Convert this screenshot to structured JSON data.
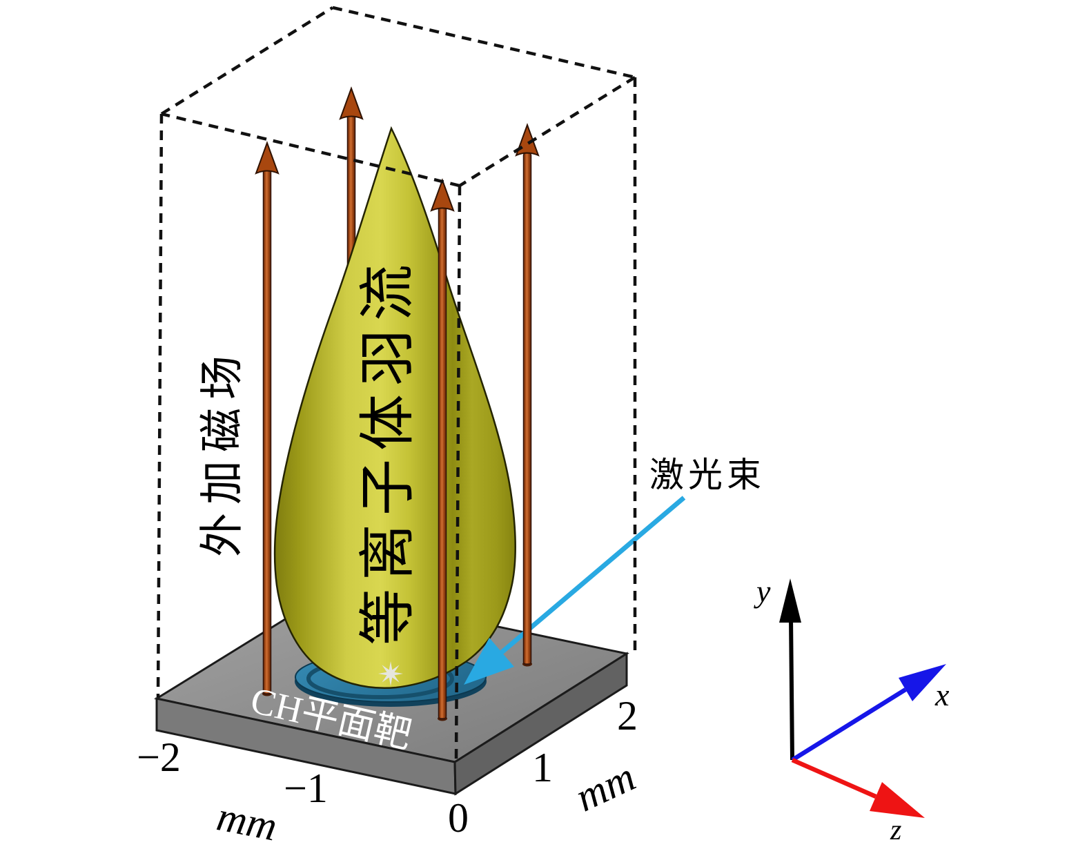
{
  "figure": {
    "type": "3d-schematic",
    "labels": {
      "magnetic_field": "外加磁场",
      "plasma_plume": "等离子体羽流",
      "laser_beam": "激光束",
      "target": "CH平面靶"
    },
    "axes_triad": {
      "x": "x",
      "y": "y",
      "z": "z"
    },
    "scale": {
      "left_tick_neg2": "−2",
      "left_tick_neg1": "−1",
      "corner_tick_0": "0",
      "right_tick_1": "1",
      "right_tick_2": "2",
      "left_unit": "mm",
      "right_unit": "mm"
    },
    "colors": {
      "plume": "#c6c43a",
      "field_arrows": "#b4521d",
      "laser": "#29a9e2",
      "focal_spot_disc": "#2e82ad",
      "target_plate": "#8b8b8b",
      "axis_x": "#1616e8",
      "axis_y": "#000000",
      "axis_z": "#ee1414"
    }
  }
}
